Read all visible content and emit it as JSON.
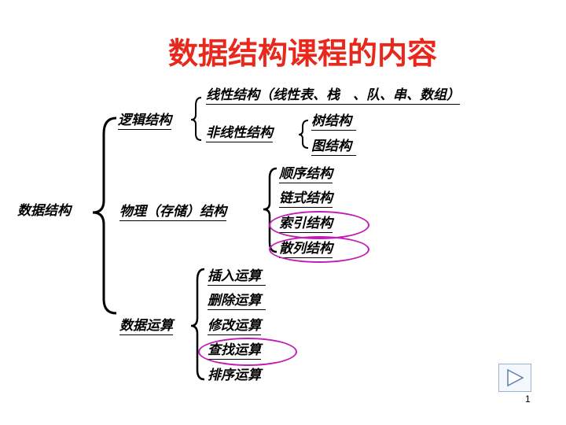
{
  "title": "数据结构课程的内容",
  "root": "数据结构",
  "logical": {
    "label": "逻辑结构",
    "linear_label": "线性结构",
    "linear_detail": "（线性表、栈　、队、串、数组）",
    "nonlinear_label": "非线性结构",
    "nonlinear_children": [
      "树结构",
      "图结构"
    ]
  },
  "physical": {
    "label": "物理（存储）结构",
    "children": [
      "顺序结构",
      "链式结构",
      "索引结构",
      "散列结构"
    ]
  },
  "operations": {
    "label": "数据运算",
    "children": [
      "插入运算",
      "删除运算",
      "修改运算",
      "查找运算",
      "排序运算"
    ]
  },
  "page_number": "1",
  "colors": {
    "title": "#e8281c",
    "highlight_oval": "#c21bb5"
  },
  "icons": {
    "next": "play-triangle-icon"
  }
}
